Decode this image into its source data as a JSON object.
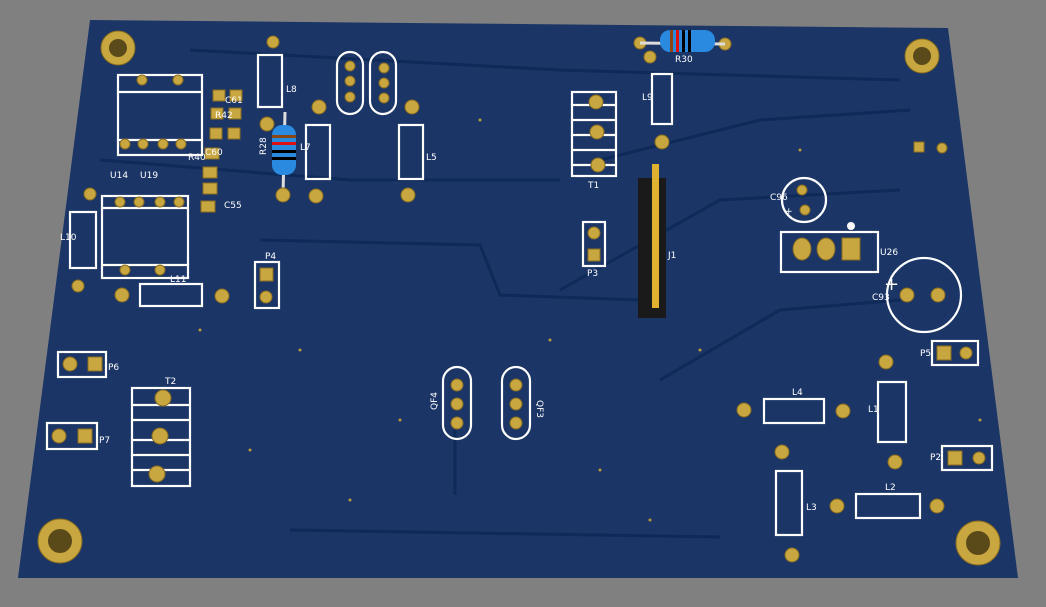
{
  "board": {
    "colors": {
      "soldermask": "#1b3566",
      "silkscreen": "#ffffff",
      "copper": "#c8a640",
      "background": "#808080"
    }
  },
  "labels": {
    "L1": "L1",
    "L2": "L2",
    "L3": "L3",
    "L4": "L4",
    "L5": "L5",
    "L7": "L7",
    "L8": "L8",
    "L9": "L9",
    "L10": "L10",
    "L11": "L11",
    "T1": "T1",
    "T2": "T2",
    "R28": "R28",
    "R30": "R30",
    "R40": "R40",
    "R42": "R42",
    "C55": "C55",
    "C60": "C60",
    "C61": "C61",
    "C93": "C93",
    "C96": "C96",
    "U14": "U14",
    "U19": "U19",
    "U26": "U26",
    "J1": "J1",
    "P2": "P2",
    "P3": "P3",
    "P4": "P4",
    "P5": "P5",
    "P6": "P6",
    "P7": "P7",
    "QF3": "QF3",
    "QF4": "QF4"
  }
}
